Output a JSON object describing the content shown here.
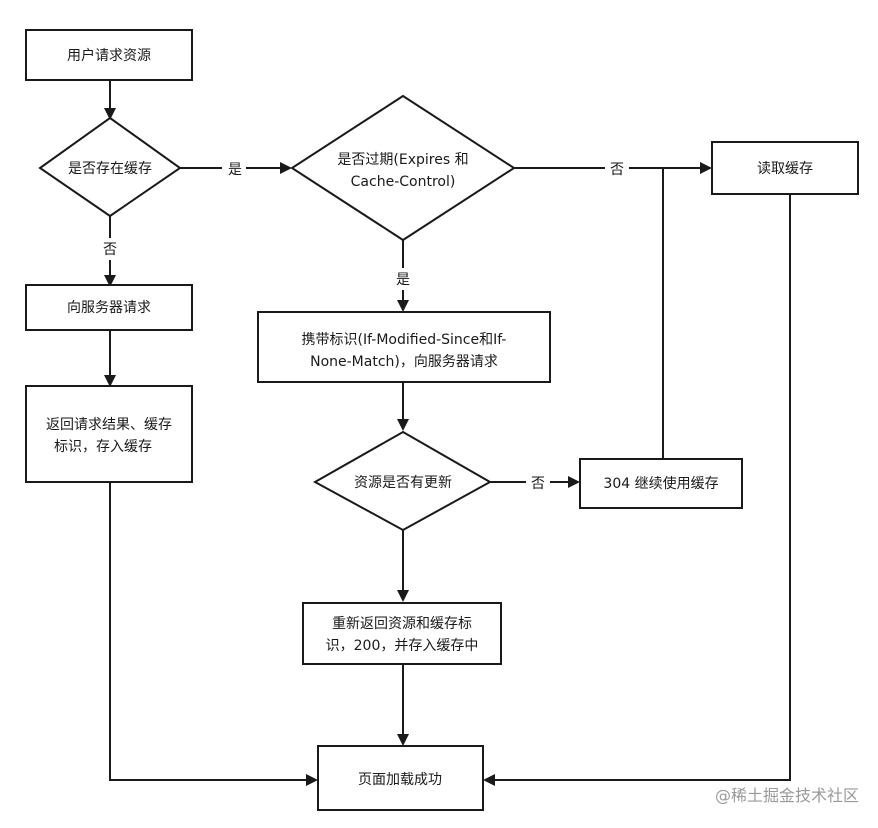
{
  "diagram": {
    "nodes": {
      "user_request": {
        "label": "用户请求资源"
      },
      "has_cache": {
        "label": "是否存在缓存"
      },
      "is_expired": {
        "lines": [
          "是否过期(Expires 和",
          "Cache-Control)"
        ]
      },
      "read_cache": {
        "label": "读取缓存"
      },
      "request_server": {
        "label": "向服务器请求"
      },
      "return_result": {
        "lines": [
          "返回请求结果、缓存",
          "标识，存入缓存"
        ]
      },
      "carry_tag": {
        "lines": [
          "携带标识(If-Modified-Since和If-",
          "None-Match)，向服务器请求"
        ]
      },
      "resource_updated": {
        "label": "资源是否有更新"
      },
      "not_modified": {
        "label": "304 继续使用缓存"
      },
      "return_new": {
        "lines": [
          "重新返回资源和缓存标",
          "识，200，并存入缓存中"
        ]
      },
      "page_loaded": {
        "label": "页面加载成功"
      }
    },
    "edge_labels": {
      "has_cache_yes": "是",
      "has_cache_no": "否",
      "expired_yes": "是",
      "expired_no": "否",
      "updated_no": "否"
    }
  },
  "watermark": "@稀土掘金技术社区"
}
